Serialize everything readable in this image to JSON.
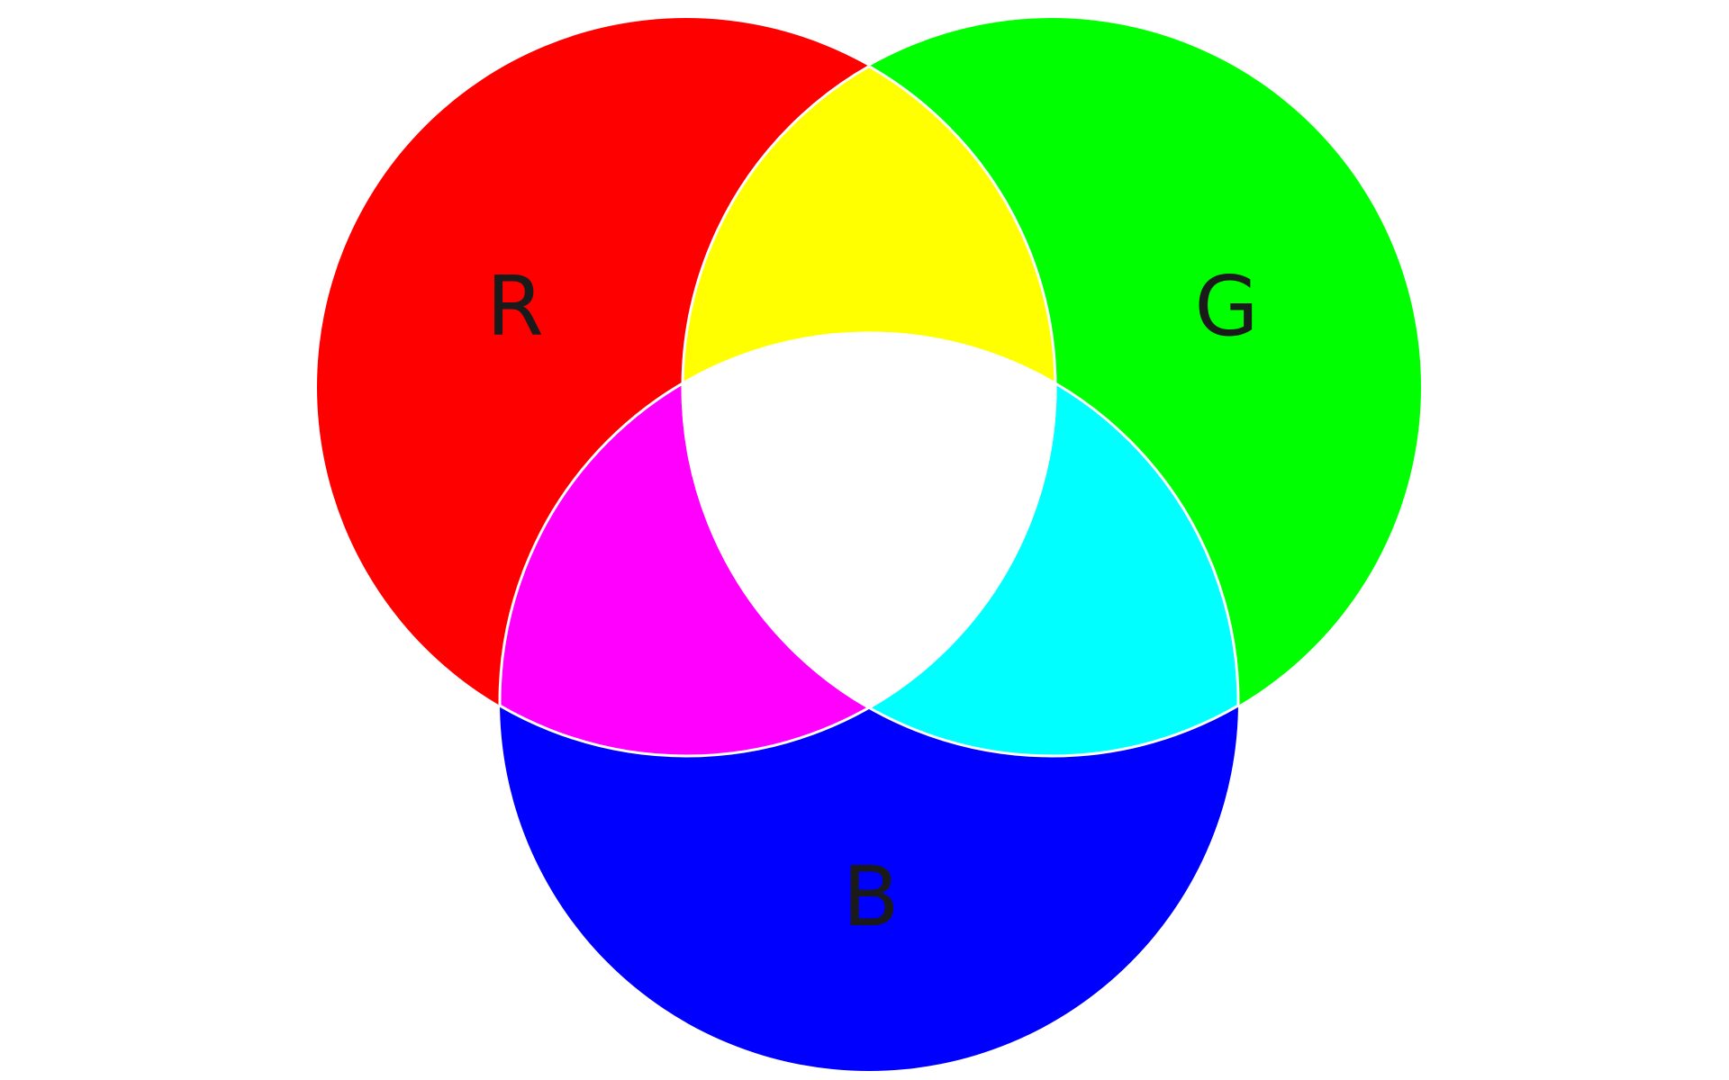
{
  "diagram": {
    "labels": {
      "red": "R",
      "green": "G",
      "blue": "B"
    },
    "colors": {
      "red": "#ff0000",
      "green": "#00ff00",
      "blue": "#0000ff",
      "yellow": "#ffff00",
      "magenta": "#ff00ff",
      "cyan": "#00ffff",
      "white": "#ffffff",
      "label": "#1a1a1a",
      "background": "#ffffff"
    }
  }
}
